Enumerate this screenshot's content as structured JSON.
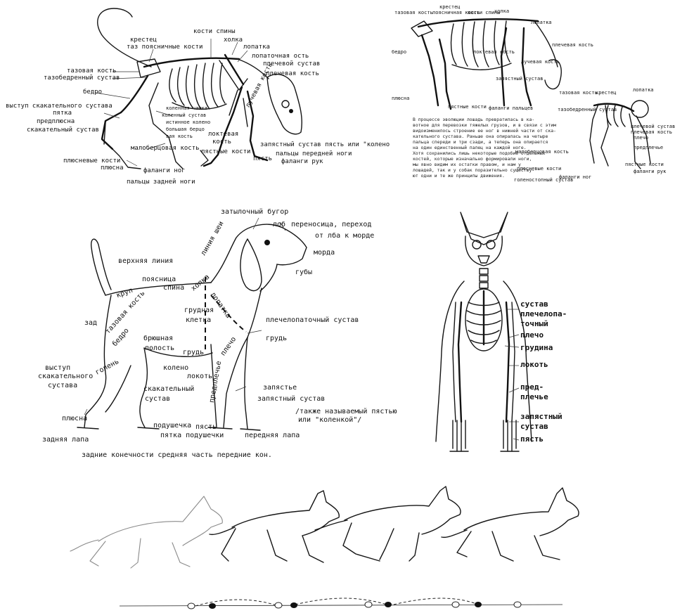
{
  "panel1": {
    "labels": {
      "kosti_spiny": "кости спины",
      "krestets": "крестец",
      "holka": "холка",
      "poyasnichnye": "таз поясничные кости",
      "lopatka": "лопатка",
      "lopatochnaya_ost": "лопаточная ость",
      "plechevoy_sustav": "плечевой сустав",
      "tazovaya_kost": "тазовая кость",
      "tazobedrennyi": "тазобедренный сустав",
      "plechevaya_kost": "плечевая кость",
      "bedro": "бедро",
      "vystup": "выступ скакательного сустава",
      "pyatka": "пятка",
      "predplyusna": "предплюсна",
      "skakatelnyi": "скакательный сустав",
      "kolennaya_chashka": "коленная чашка",
      "kolennyi_sustav": "коленный сустав",
      "istinnoe_koleno": "истинное колено",
      "bolshaya_bertsovaya": "большая берцо",
      "vaya_kost": "вая кость",
      "loktevaya": "локтевая",
      "kost": "кость",
      "luchevaya": "лучевая кость",
      "malobertsovaya": "малоберцовая кость",
      "plyusnevye": "плюсневые кости",
      "plyusna": "плюсна",
      "zapyastnyi": "запястный сустав пясть или \"колено\"",
      "pyastnye": "пястные кости",
      "pyast": "пясть",
      "paltsy_peredney": "пальцы передней ноги",
      "falangi_nog": "фаланги ног",
      "falangi_ruk": "фаланги рук",
      "paltsy_zadney": "пальцы задней ноги"
    }
  },
  "panel2": {
    "labels": {
      "tazovaya": "тазовая кость",
      "krestets": "крестец",
      "poyasnichnaya": "поясничная кость",
      "kosti_spiny": "кости спины",
      "holka": "холка",
      "lopatka": "лопатка",
      "plechevaya": "плечевая кость",
      "bedro": "бедро",
      "zapyastnyi": "запястный сустав",
      "pyastnye": "пястные кости",
      "falangi_paltsev": "фаланги пальцев",
      "loktevaya": "локтевая кость",
      "luchevaya": "лучевая кость",
      "plyusna": "плюсна",
      "tazovaya_2": "тазовая кость",
      "krestets_2": "крестец",
      "lopatka_2": "лопатка",
      "tazobedrennyi": "тазобедренный сустав",
      "plechevoy_sustav": "плечевой сустав",
      "plechevaya_2": "плечевая кость",
      "plecho": "плечо",
      "predplechie": "предплечье",
      "malobertsovaya": "малоберцовая кость",
      "plyusnevye": "плюсневые кости",
      "pyastnye_2": "пястные кости",
      "falangi_ruk": "фаланги рук",
      "falangi_nog": "фаланги ног",
      "golenostopnyi": "голеностопный сустав"
    },
    "paragraph": [
      "В процессе эволюции лошадь превратилась в ка-",
      "вотное для перевозки тяжелых грузов, и в связи с этим",
      "видоизменилось строение ее ног в нижней части от ска-",
      "кательного сустава. Раньше она опиралась на четыре",
      "пальца спереди и три сзади, а теперь она опирается",
      "на один единственный палец на каждой ноге.",
      "Хотя сохранились лишь некоторые подобие отдельных",
      "костей, которые изначально формировали ноги,",
      "мы явно видим их остатки правом, и нам у",
      "лошадей, так и у собак поразительно существу-",
      "ют одни и те же принципы движения."
    ]
  },
  "panel3": {
    "labels": {
      "zatylochnyi": "затылочный бугор",
      "lob": "лоб",
      "perenositsa": "переносица, переход",
      "ot_lba": "от лба к морде",
      "sheya": "линия шеи",
      "verhnyaya": "верхняя линия",
      "morda": "морда",
      "guby": "губы",
      "poyasnitsa": "поясница",
      "krup": "круп",
      "spina": "спина",
      "holka": "холка",
      "lopatka": "лопатка",
      "zad": "зад",
      "tazovaya": "тазовая кость",
      "grudnaya": "грудная",
      "kletka": "клетка",
      "plecholopatochnyi": "плечелопаточный сустав",
      "bedro": "бедро",
      "bryushnaya": "брюшная",
      "polost": "полость",
      "grud": "грудь",
      "grud_2": "грудь",
      "plecho": "плечо",
      "vystup": "выступ",
      "skakatelnogo": "скакательного",
      "sustava": "сустава",
      "golen": "голень",
      "koleno": "колено",
      "lokot": "локоть",
      "skakatelnyi": "скакательный",
      "sustav": "сустав",
      "predplechie": "предплечье",
      "zapyastie": "запястье",
      "zapyastnyi": "запястный сустав",
      "takzhe": "/также называемый пястью",
      "ili_kolenkoy": "или \"коленкой\"/",
      "plyusna": "плюсна",
      "podushechka": "подушечка",
      "pyast": "пясть",
      "pyatka_podushechki": "пятка подушечки",
      "zadnyaya_lapa": "задняя лапа",
      "perednyaya_lapa": "передняя лапа",
      "caption": "задние конечности  средняя часть  передние кон."
    }
  },
  "panel4": {
    "labels": [
      "сустав",
      "плечелопа-",
      "точный",
      "плечо",
      "грудина",
      "локоть",
      "пред-",
      "плечье",
      "запястный",
      "сустав",
      "пясть"
    ]
  }
}
